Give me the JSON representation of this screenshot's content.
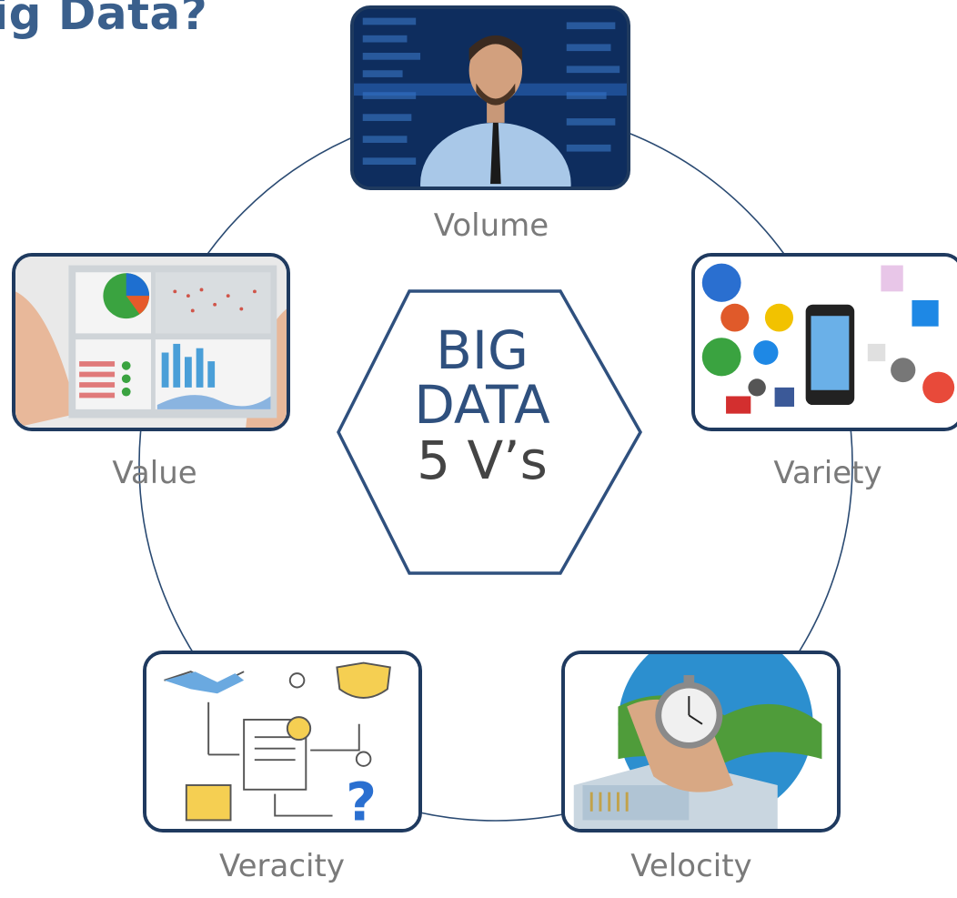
{
  "title": "ig Data?",
  "center": {
    "line1": "BIG",
    "line2": "DATA",
    "line3": "5 V’s"
  },
  "items": [
    {
      "label": "Volume"
    },
    {
      "label": "Variety"
    },
    {
      "label": "Velocity"
    },
    {
      "label": "Veracity"
    },
    {
      "label": "Value"
    }
  ],
  "colors": {
    "title": "#3a5f8c",
    "border": "#1f3a5f",
    "label": "#7a7a7a",
    "center_text": "#2f507e"
  }
}
